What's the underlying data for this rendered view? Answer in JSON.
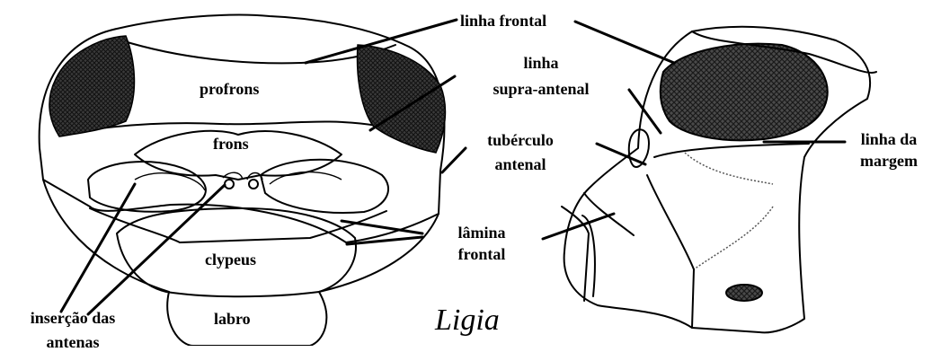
{
  "labels": {
    "linha_frontal": "linha frontal",
    "linha_supra_antenal": [
      "linha",
      "supra-antenal"
    ],
    "profrons": "profrons",
    "frons": "frons",
    "tuberculo_antenal": [
      "tubérculo",
      "antenal"
    ],
    "linha_da_margem": [
      "linha da",
      "margem"
    ],
    "lamina_frontal": [
      "lâmina",
      "frontal"
    ],
    "clypeus": "clypeus",
    "insercao_das_antenas": [
      "inserção das",
      "antenas"
    ],
    "labro": "labro",
    "genus": "Ligia"
  },
  "colors": {
    "ink": "#000000",
    "eye_fill": "#2a2a2a",
    "background": "#ffffff"
  }
}
